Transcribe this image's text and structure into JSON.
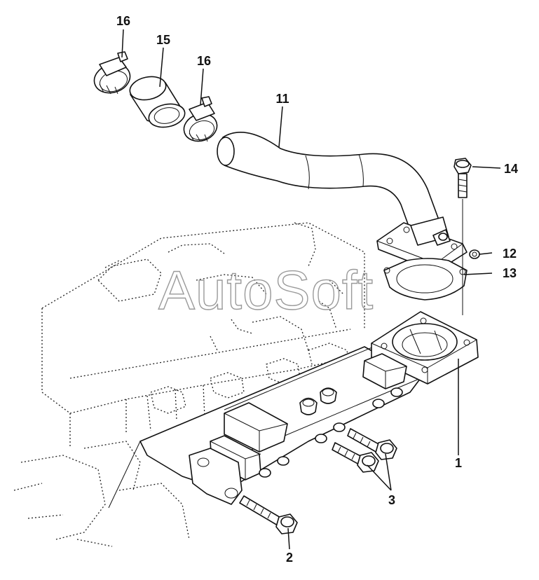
{
  "watermark": "AutoSoft",
  "callouts": {
    "c1": "1",
    "c2": "2",
    "c3": "3",
    "c11": "11",
    "c12": "12",
    "c13": "13",
    "c14": "14",
    "c15": "15",
    "c16a": "16",
    "c16b": "16"
  },
  "colors": {
    "line": "#111111",
    "watermark": "#9a9a9a",
    "background": "#ffffff"
  }
}
